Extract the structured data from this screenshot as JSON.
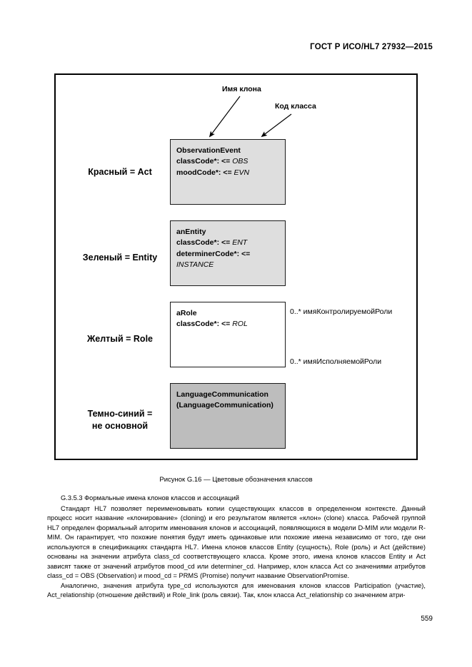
{
  "header": {
    "standard_title": "ГОСТ Р ИСО/HL7 27932—2015"
  },
  "figure": {
    "caption": "Рисунок G.16 — Цветовые обозначения классов",
    "annotations": {
      "clone_name": "Имя клона",
      "class_code": "Код класса"
    },
    "legend": [
      {
        "label": "Красный = Act"
      },
      {
        "label": "Зеленый = Entity"
      },
      {
        "label": "Желтый = Role"
      },
      {
        "label_line1": "Темно-синий =",
        "label_line2": "не основной"
      }
    ],
    "classes": [
      {
        "name": "ObservationEvent",
        "attrs": [
          {
            "key": "classCode*: <=",
            "value": "OBS"
          },
          {
            "key": "moodCode*: <=",
            "value": "EVN"
          }
        ],
        "fill": "#dedede"
      },
      {
        "name": "anEntity",
        "attrs": [
          {
            "key": "classCode*: <=",
            "value": "ENT"
          },
          {
            "key": "determinerCode*: <=",
            "value": "INSTANCE"
          }
        ],
        "fill": "#dedede"
      },
      {
        "name": "aRole",
        "attrs": [
          {
            "key": "classCode*: <=",
            "value": "ROL"
          }
        ],
        "fill": "#ffffff"
      },
      {
        "name": "LanguageCommunication",
        "attrs": [
          {
            "key": "(LanguageCommunication)",
            "value": ""
          }
        ],
        "fill": "#bdbdbd"
      }
    ],
    "role_labels": {
      "controlled": "0..* имяКонтролируемойРоли",
      "performed": "0..* имяИсполняемойРоли"
    }
  },
  "body": {
    "section_heading": "G.3.5.3 Формальные имена клонов классов и ассоциаций",
    "paragraph_1": "Стандарт HL7 позволяет переименовывать копии существующих классов в определенном контексте. Данный процесс носит название «клонирование» (cloning) и его результатом является «клон» (clone) класса. Рабочей группой HL7 определен формальный алгоритм именования клонов и ассоциаций, появляющихся в модели D-MIM или модели R-MIM. Он гарантирует, что похожие понятия будут иметь одинаковые или похожие имена независимо от того, где они используются в спецификациях стандарта HL7. Имена клонов классов Entity (сущность), Role (роль) и Act (действие) основаны на значении атрибута class_cd соответствующего класса. Кроме этого, имена клонов классов Entity и Act зависят также от значений атрибутов mood_cd или determiner_cd. Например, клон класса Act со значениями атрибутов class_cd = OBS (Observation) и mood_cd = PRMS (Promise) получит название ObservationPromise.",
    "paragraph_2": "Аналогично, значения атрибута type_cd используются для именования клонов классов Participation (участие), Act_relationship (отношение действий) и Role_link (роль связи). Так, клон класса Act_relationship со значением атри-"
  },
  "page_number": "559"
}
